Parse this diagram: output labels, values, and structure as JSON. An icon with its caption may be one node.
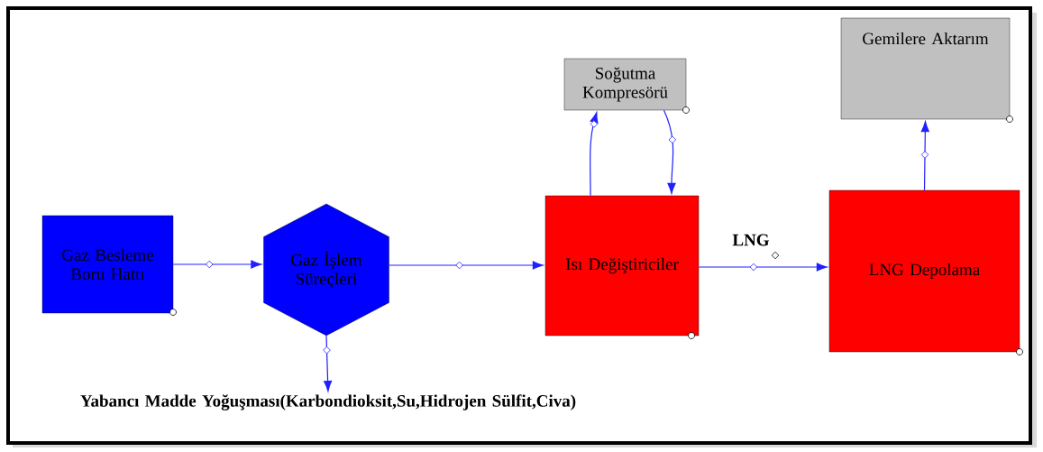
{
  "diagram": {
    "nodes": [
      {
        "text": [
          "Gaz Besleme Boru Hattı"
        ]
      },
      {
        "text": [
          "Gaz İşlem Süreçleri"
        ]
      },
      {
        "text": [
          "Soğutma Kompresörü"
        ]
      },
      {
        "text": [
          "Isı Değiştiriciler"
        ]
      },
      {
        "text": [
          "Gemilere Aktarım"
        ]
      },
      {
        "text": [
          "LNG Depolama"
        ]
      },
      {
        "text": [
          "Yabancı Madde Yoğuşması(Karbondioksit,Su,Hidrojen Sülfit,Civa)"
        ]
      }
    ],
    "edges": [
      {
        "from": 0,
        "to": 1,
        "arrow": "to"
      },
      {
        "from": 1,
        "to": 3,
        "arrow": "to"
      },
      {
        "from": 3,
        "to": 2,
        "arrow": "to"
      },
      {
        "from": 2,
        "to": 3,
        "arrow": "to"
      },
      {
        "from": 3,
        "to": 5,
        "arrow": "to",
        "label": "LNG"
      },
      {
        "from": 5,
        "to": 4,
        "arrow": "to"
      },
      {
        "from": 1,
        "to": 6,
        "arrow": "to"
      }
    ]
  }
}
